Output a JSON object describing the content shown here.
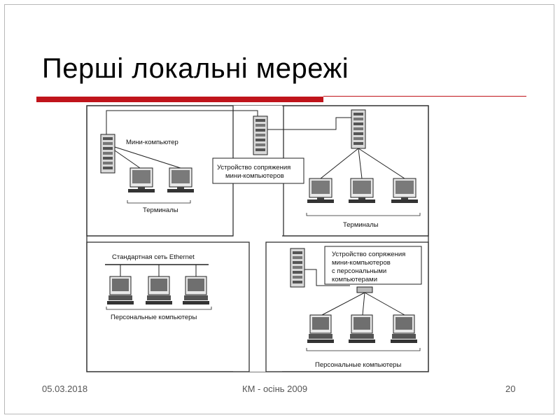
{
  "slide": {
    "title": "Перші локальні мережі",
    "footer_date": "05.03.2018",
    "footer_center": "КМ - осінь 2009",
    "page_number": "20"
  },
  "diagram": {
    "q1": {
      "minicomputer_label": "Мини-компьютер",
      "terminals_label": "Терминалы"
    },
    "q2": {
      "interface_label_line1": "Устройство сопряжения",
      "interface_label_line2": "мини-компьютеров",
      "terminals_label": "Терминалы"
    },
    "q3": {
      "ethernet_label": "Стандартная сеть Ethernet",
      "pcs_label": "Персональные компьютеры"
    },
    "q4": {
      "interface_label_line1": "Устройство сопряжения",
      "interface_label_line2": "мини-компьютеров",
      "interface_label_line3": "с персональными",
      "interface_label_line4": "компьютерами",
      "pcs_label": "Персональные компьютеры"
    }
  }
}
